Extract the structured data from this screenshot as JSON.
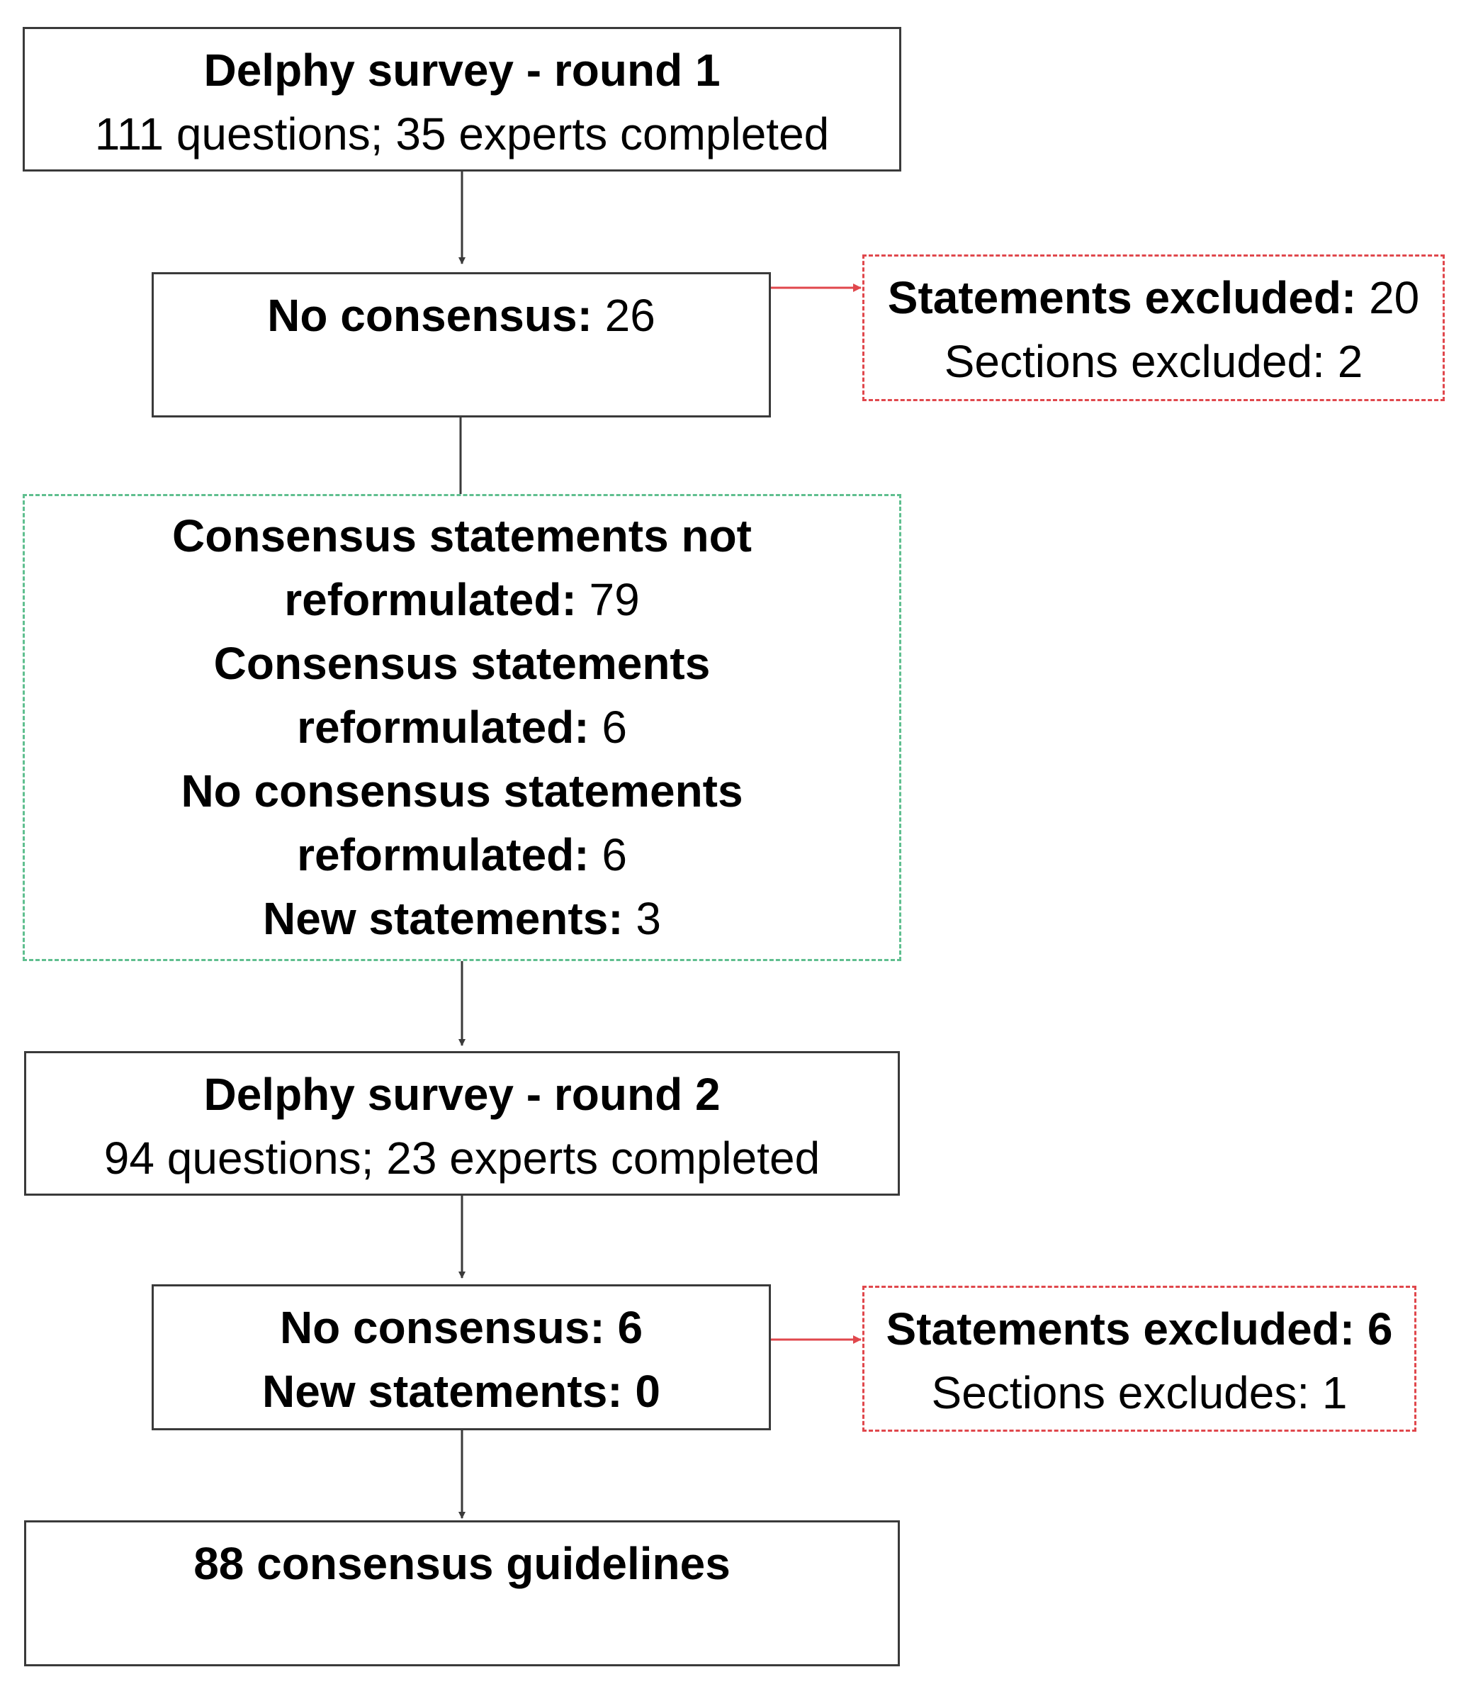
{
  "box1": {
    "title": "Delphy survey - round 1",
    "subtitle": "111 questions; 35 experts completed"
  },
  "box2": {
    "label": "No consensus:",
    "value": "26"
  },
  "excluded1": {
    "statements_label": "Statements excluded:",
    "statements_value": "20",
    "sections": "Sections excluded: 2"
  },
  "box3": {
    "l1": "Consensus statements not",
    "l2_label": "reformulated:",
    "l2_value": "79",
    "l3": "Consensus statements",
    "l4_label": "reformulated:",
    "l4_value": "6",
    "l5": "No consensus statements",
    "l6_label": "reformulated:",
    "l6_value": "6",
    "l7_label": "New statements:",
    "l7_value": "3"
  },
  "box4": {
    "title": "Delphy survey - round 2",
    "subtitle": "94 questions; 23 experts completed"
  },
  "box5": {
    "line1": "No consensus: 6",
    "line2": "New statements: 0"
  },
  "excluded2": {
    "statements": "Statements excluded: 6",
    "sections": "Sections excludes: 1"
  },
  "box6": {
    "label": "88 consensus guidelines"
  },
  "colors": {
    "box_border": "#3a3a3a",
    "excluded_border": "#e0474c",
    "consensus_border": "#5fbf8f",
    "arrow_red": "#e0474c",
    "arrow_dark": "#3a3a3a"
  }
}
